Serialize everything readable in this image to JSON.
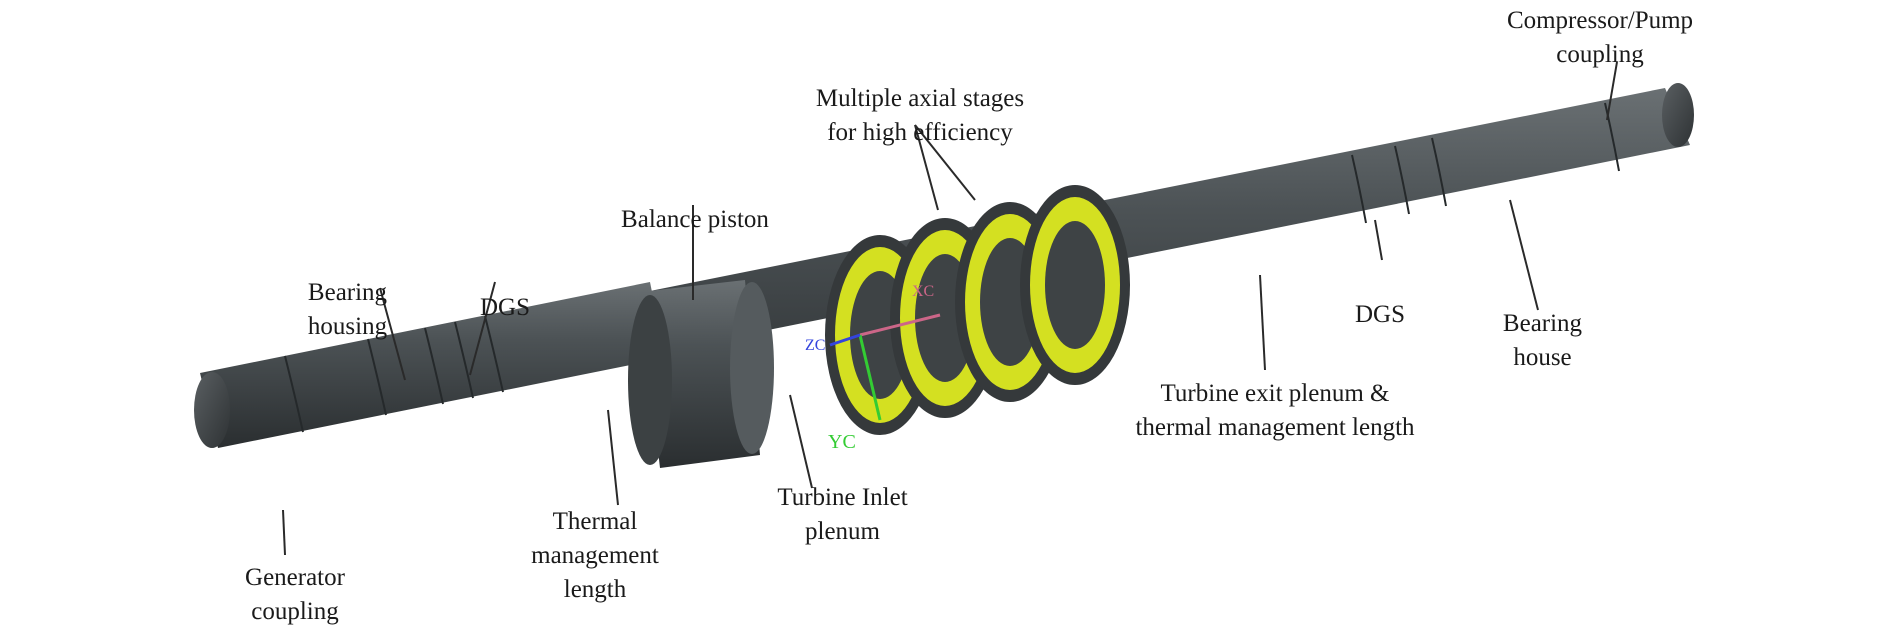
{
  "labels": {
    "compressor_coupling": [
      "Compressor/Pump",
      "coupling"
    ],
    "axial_stages": [
      "Multiple axial stages",
      "for high efficiency"
    ],
    "balance_piston": [
      "Balance piston"
    ],
    "bearing_housing": [
      "Bearing",
      "housing"
    ],
    "dgs_left": [
      "DGS"
    ],
    "dgs_right": [
      "DGS"
    ],
    "bearing_house": [
      "Bearing",
      "house"
    ],
    "turbine_exit": [
      "Turbine exit plenum &",
      "thermal management length"
    ],
    "turbine_inlet": [
      "Turbine Inlet",
      "plenum"
    ],
    "thermal_mgmt": [
      "Thermal",
      "management",
      "length"
    ],
    "generator_coupling": [
      "Generator",
      "coupling"
    ]
  },
  "axis_tags": {
    "yc": "YC",
    "xc": "XC",
    "zc": "ZC"
  },
  "colors": {
    "shaft": "#4a4f52",
    "blades": "#d4e021",
    "leader": "#2a2a2a",
    "axis_x": "#cc6688",
    "axis_y": "#33cc33",
    "axis_z": "#3344dd"
  }
}
